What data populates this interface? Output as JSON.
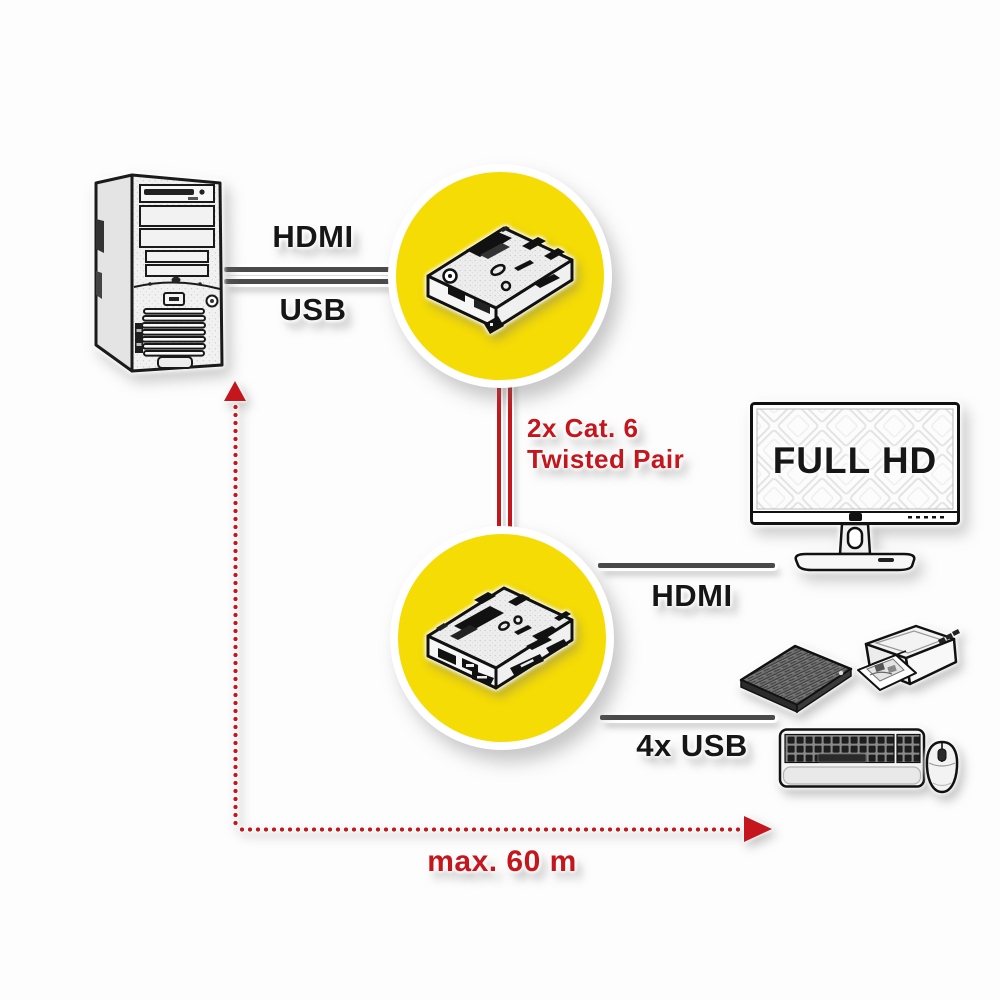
{
  "colors": {
    "accent_yellow": "#F5DC05",
    "accent_red": "#C4161C",
    "cable_gray": "#4A4A4A",
    "ink_black": "#161616"
  },
  "labels": {
    "pc_hdmi": "HDMI",
    "pc_usb": "USB",
    "cat6_line1": "2x Cat. 6",
    "cat6_line2": "Twisted Pair",
    "monitor_screen": "FULL HD",
    "monitor_hdmi": "HDMI",
    "peripherals_usb": "4x USB",
    "max_distance": "max. 60 m"
  },
  "icons": {
    "computer": "pc-tower-icon",
    "transmitter": "extender-transmitter-icon",
    "receiver": "extender-receiver-icon",
    "monitor": "full-hd-monitor-icon",
    "hard_drive": "external-hdd-icon",
    "printer": "inkjet-printer-icon",
    "keyboard": "keyboard-icon",
    "mouse": "mouse-icon"
  }
}
